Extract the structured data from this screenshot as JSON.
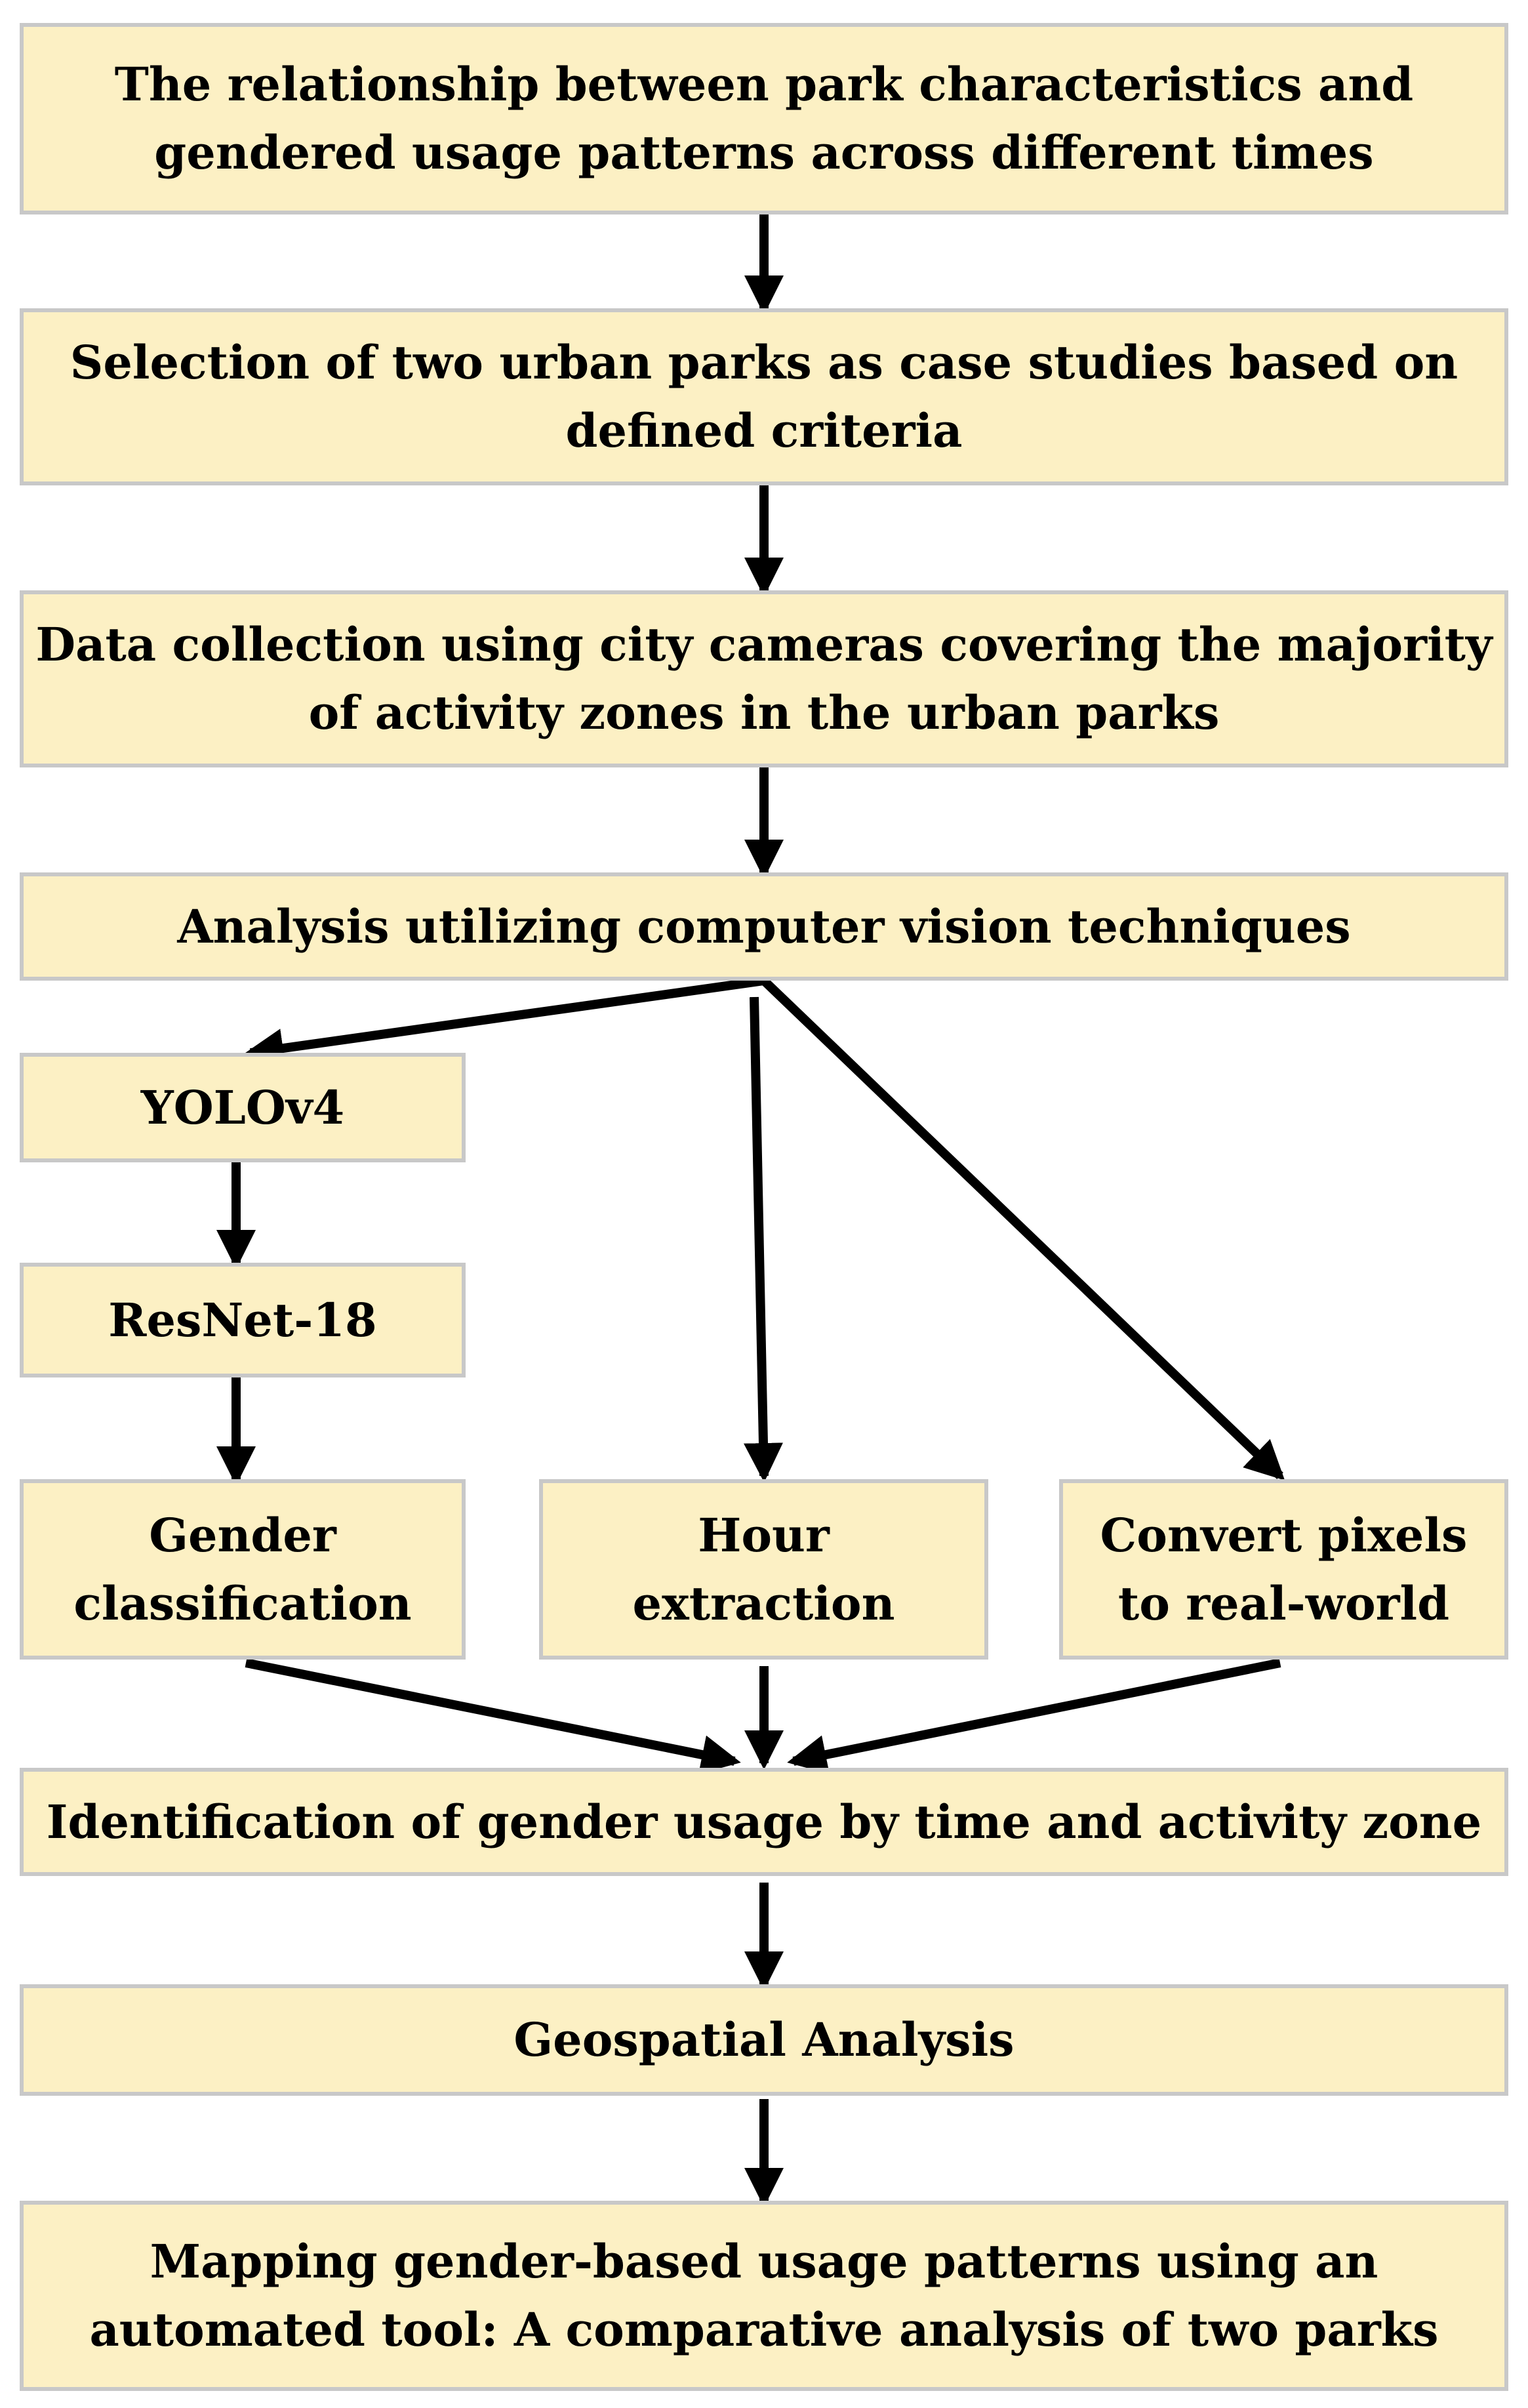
{
  "diagram": {
    "nodes": {
      "research_question": "The relationship between park characteristics and\ngendered usage patterns across different times",
      "park_selection": "Selection of two urban parks as case studies based on\ndefined criteria",
      "data_collection": "Data collection using city cameras covering the majority\nof activity zones in the urban parks",
      "analysis": "Analysis utilizing computer vision techniques",
      "yolo": "YOLOv4",
      "resnet": "ResNet-18",
      "gender_classification": "Gender\nclassification",
      "hour_extraction": "Hour\nextraction",
      "convert_pixels": "Convert pixels\nto real-world",
      "identification": "Identification of gender usage by time and activity zone",
      "geospatial": "Geospatial Analysis",
      "mapping": "Mapping gender-based usage patterns using an\nautomated tool: A comparative analysis of two parks"
    },
    "edges": [
      [
        "research_question",
        "park_selection"
      ],
      [
        "park_selection",
        "data_collection"
      ],
      [
        "data_collection",
        "analysis"
      ],
      [
        "analysis",
        "yolo"
      ],
      [
        "analysis",
        "hour_extraction"
      ],
      [
        "analysis",
        "convert_pixels"
      ],
      [
        "yolo",
        "resnet"
      ],
      [
        "resnet",
        "gender_classification"
      ],
      [
        "gender_classification",
        "identification"
      ],
      [
        "hour_extraction",
        "identification"
      ],
      [
        "convert_pixels",
        "identification"
      ],
      [
        "identification",
        "geospatial"
      ],
      [
        "geospatial",
        "mapping"
      ]
    ],
    "colors": {
      "box_fill": "#fcf0c4",
      "box_border": "#c8c8c8",
      "arrow": "#000000"
    }
  }
}
